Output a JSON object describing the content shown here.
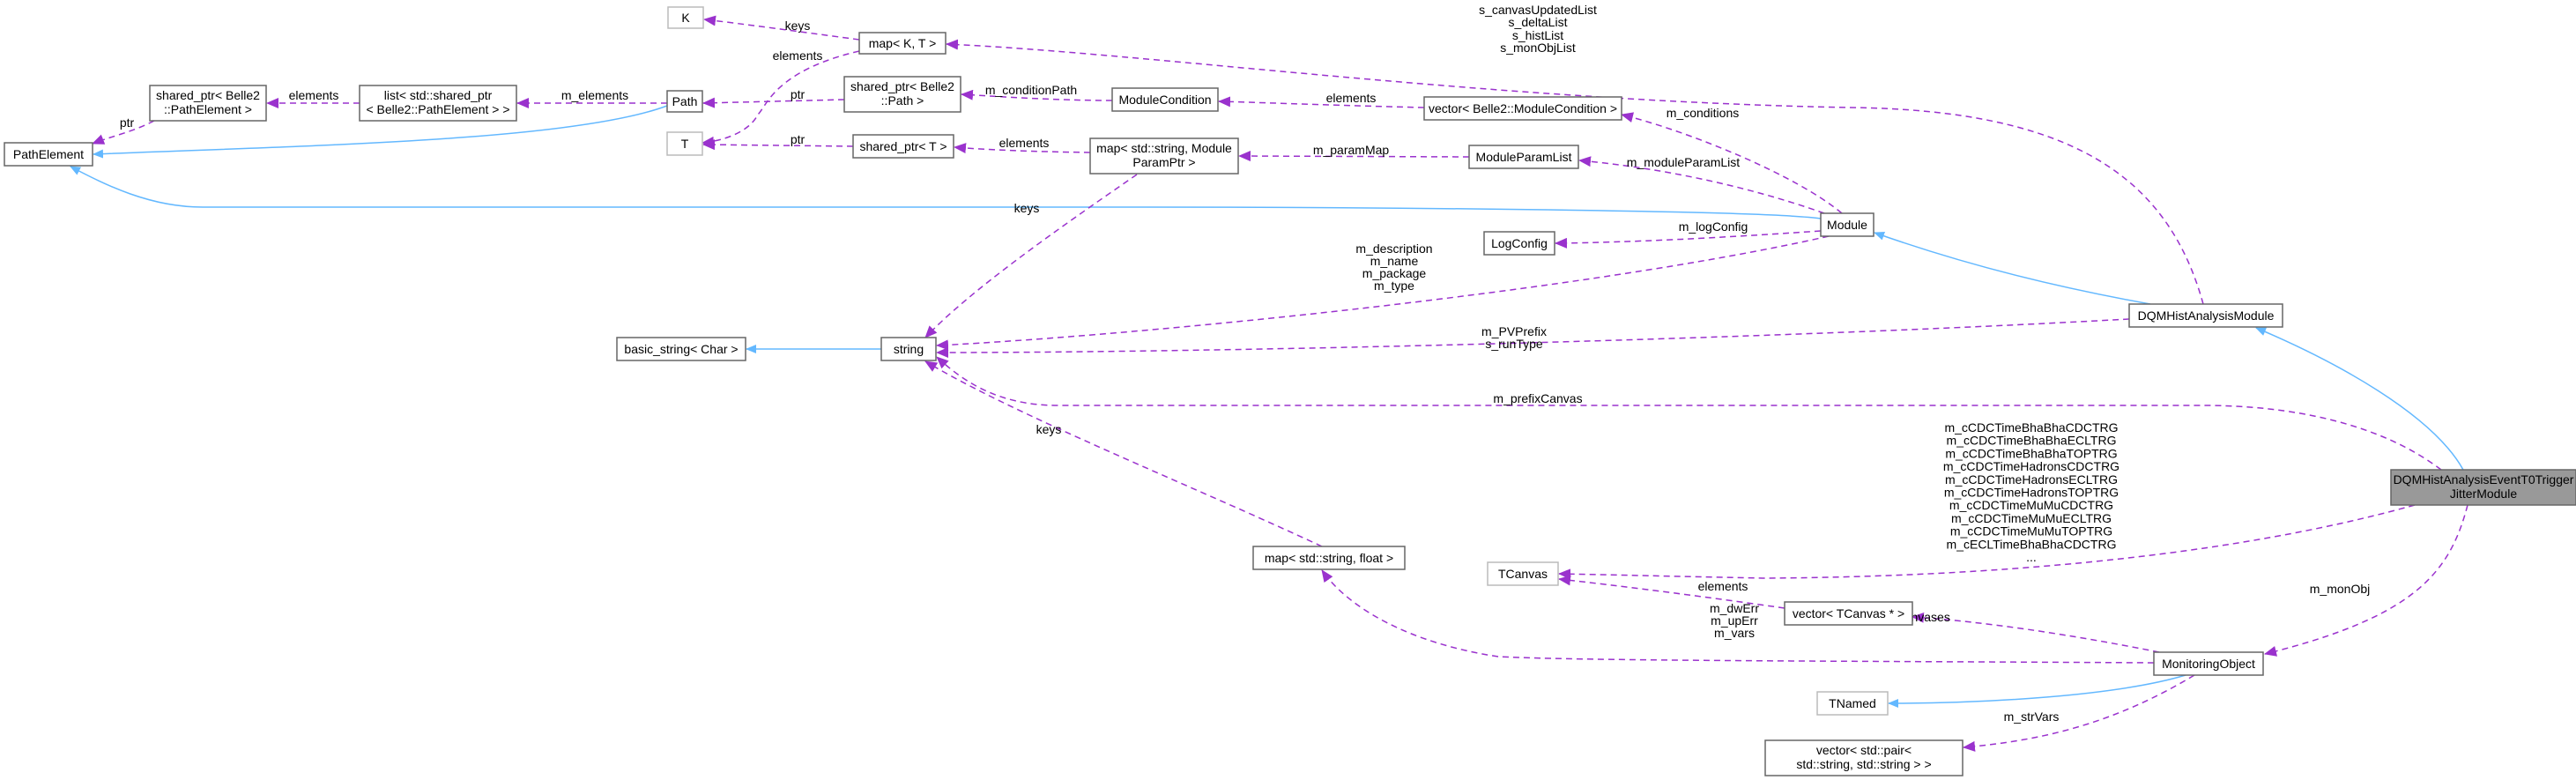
{
  "nodes": {
    "K": "K",
    "map_kt": "map< K, T >",
    "sp_pathelement": [
      "shared_ptr< Belle2",
      "::PathElement >"
    ],
    "list_sp": [
      "list< std::shared_ptr",
      "< Belle2::PathElement > >"
    ],
    "path": "Path",
    "sp_path": [
      "shared_ptr< Belle2",
      "::Path >"
    ],
    "module_condition": "ModuleCondition",
    "vec_module_condition": "vector< Belle2::ModuleCondition >",
    "path_element": "PathElement",
    "T": "T",
    "sp_t": "shared_ptr< T >",
    "map_param": [
      "map< std::string, Module",
      "ParamPtr >"
    ],
    "module_param_list": "ModuleParamList",
    "module": "Module",
    "log_config": "LogConfig",
    "dqm_hist_analysis_module": "DQMHistAnalysisModule",
    "basic_string": "basic_string< Char >",
    "string": "string",
    "main": [
      "DQMHistAnalysisEventT0Trigger",
      "JitterModule"
    ],
    "map_float": "map< std::string, float >",
    "tcanvas": "TCanvas",
    "vec_tcanvas": "vector< TCanvas * >",
    "monitoring_object": "MonitoringObject",
    "tnamed": "TNamed",
    "vec_pair": [
      "vector< std::pair<",
      "std::string, std::string > >"
    ]
  },
  "edge_labels": {
    "keys_k": "keys",
    "elements_t": "elements",
    "elements_sp": "elements",
    "ptr_pe": "ptr",
    "m_elements": "m_elements",
    "ptr_path": "ptr",
    "ptr_t": "ptr",
    "m_conditionPath": "m_conditionPath",
    "elements_mc": "elements",
    "m_conditions": "m_conditions",
    "elements_map": "elements",
    "m_paramMap": "m_paramMap",
    "m_moduleParamList": "m_moduleParamList",
    "keys_string": "keys",
    "m_logConfig": "m_logConfig",
    "static_lists": [
      "s_canvasUpdatedList",
      "s_deltaList",
      "s_histList",
      "s_monObjList"
    ],
    "module_strings": [
      "m_description",
      "m_name",
      "m_package",
      "m_type"
    ],
    "pv_prefix": [
      "m_PVPrefix",
      "s_runType"
    ],
    "m_prefixCanvas": "m_prefixCanvas",
    "canvases": [
      "m_cCDCTimeBhaBhaCDCTRG",
      "m_cCDCTimeBhaBhaECLTRG",
      "m_cCDCTimeBhaBhaTOPTRG",
      "m_cCDCTimeHadronsCDCTRG",
      "m_cCDCTimeHadronsECLTRG",
      "m_cCDCTimeHadronsTOPTRG",
      "m_cCDCTimeMuMuCDCTRG",
      "m_cCDCTimeMuMuECLTRG",
      "m_cCDCTimeMuMuTOPTRG",
      "m_cECLTimeBhaBhaCDCTRG",
      "..."
    ],
    "keys_map_float": "keys",
    "elements_tcanvas": "elements",
    "m_Canvases": "m_Canvases",
    "mon_vars": [
      "m_dwErr",
      "m_upErr",
      "m_vars"
    ],
    "m_monObj": "m_monObj",
    "m_strVars": "m_strVars"
  },
  "colors": {
    "inheritance": "#63b8ff",
    "usage": "#9a32cd",
    "main_fill": "#999999"
  }
}
